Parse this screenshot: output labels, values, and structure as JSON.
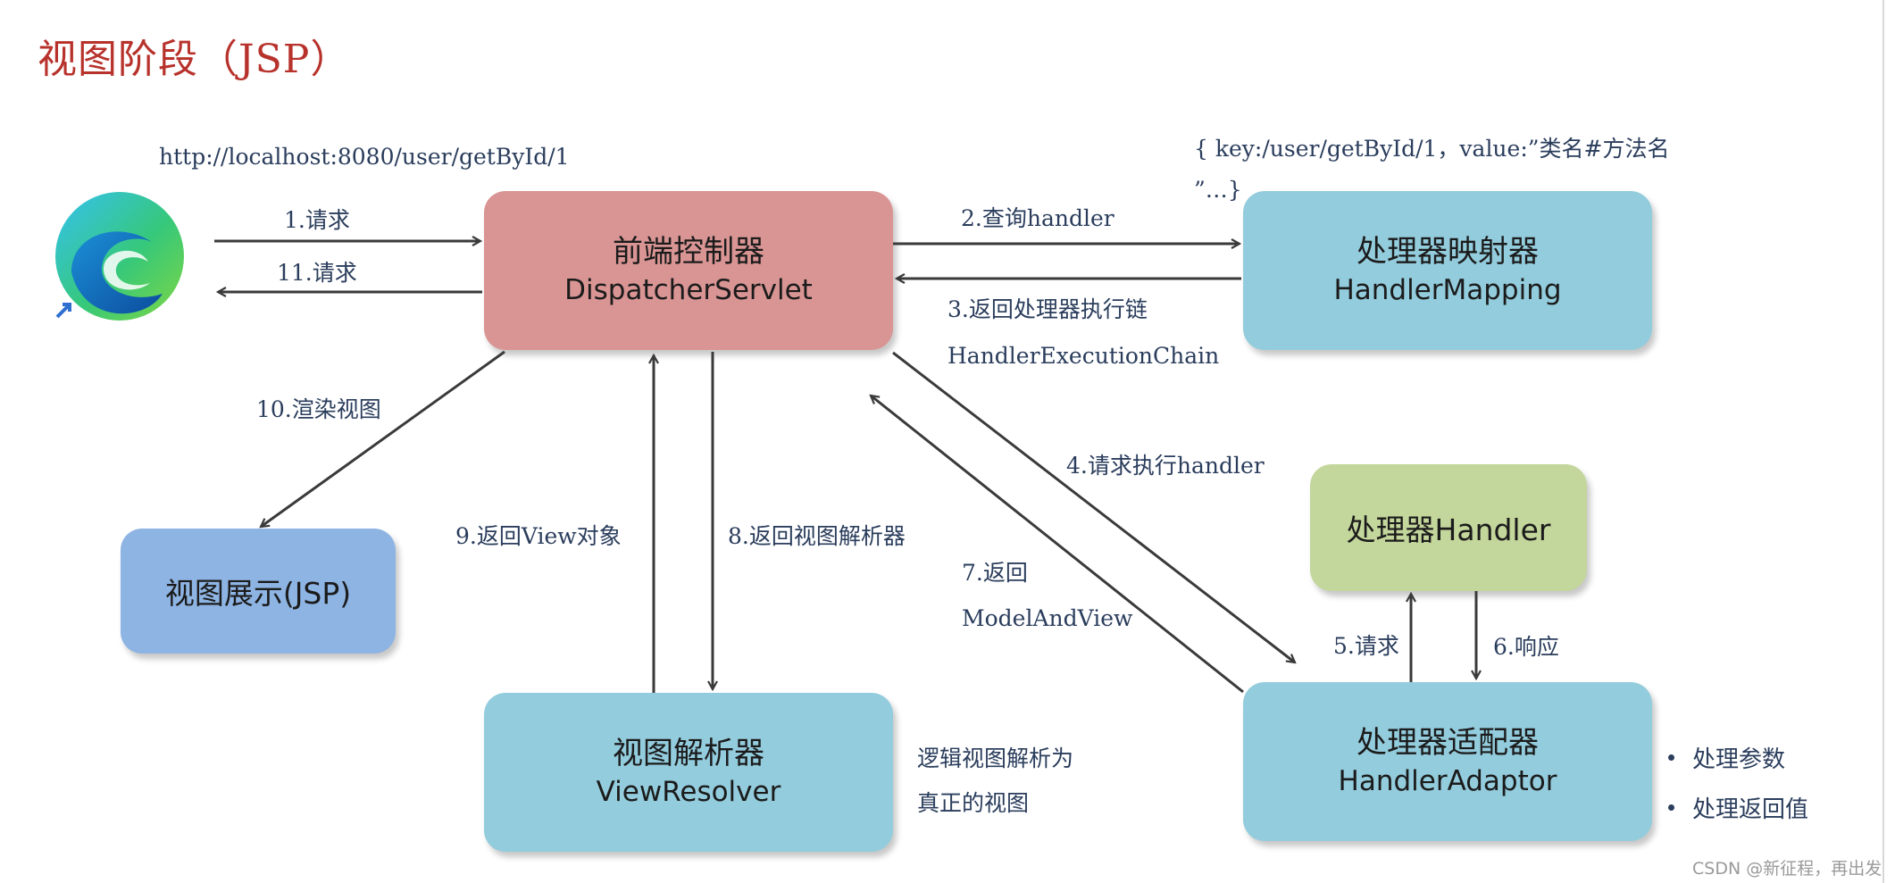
{
  "title": "视图阶段（JSP）",
  "url_label": "http://localhost:8080/user/getById/1",
  "map_note": {
    "line1": "{ key:/user/getById/1，value:”类名#方法名",
    "line2": "”…}"
  },
  "boxes": {
    "dispatcher": {
      "line1": "前端控制器",
      "line2": "DispatcherServlet"
    },
    "handler_mapping": {
      "line1": "处理器映射器",
      "line2": "HandlerMapping"
    },
    "handler": {
      "label": "处理器Handler"
    },
    "view_display": {
      "label": "视图展示(JSP)"
    },
    "view_resolver": {
      "line1": "视图解析器",
      "line2": "ViewResolver"
    },
    "handler_adaptor": {
      "line1": "处理器适配器",
      "line2": "HandlerAdaptor"
    }
  },
  "arrow_labels": {
    "step1": "1.请求",
    "step11": "11.请求",
    "step2": "2.查询handler",
    "step3_line1": "3.返回处理器执行链",
    "step3_line2": "HandlerExecutionChain",
    "step4": "4.请求执行handler",
    "step5": "5.请求",
    "step6": "6.响应",
    "step7_line1": "7.返回",
    "step7_line2": "ModelAndView",
    "step8": "8.返回视图解析器",
    "step9": "9.返回View对象",
    "step10": "10.渲染视图"
  },
  "resolver_note": {
    "line1": "逻辑视图解析为",
    "line2": "真正的视图"
  },
  "adaptor_bullets": [
    "处理参数",
    "处理返回值"
  ],
  "watermark": "CSDN @新征程，再出发",
  "colors": {
    "title": "#b8322c",
    "dispatcher": "#d99594",
    "component": "#93ccdd",
    "handler": "#c3d69b",
    "view_display": "#8eb4e3",
    "arrow": "#3a3a3a",
    "note_text": "#2a3d5c"
  },
  "icons": {
    "browser": "edge-browser-icon"
  }
}
